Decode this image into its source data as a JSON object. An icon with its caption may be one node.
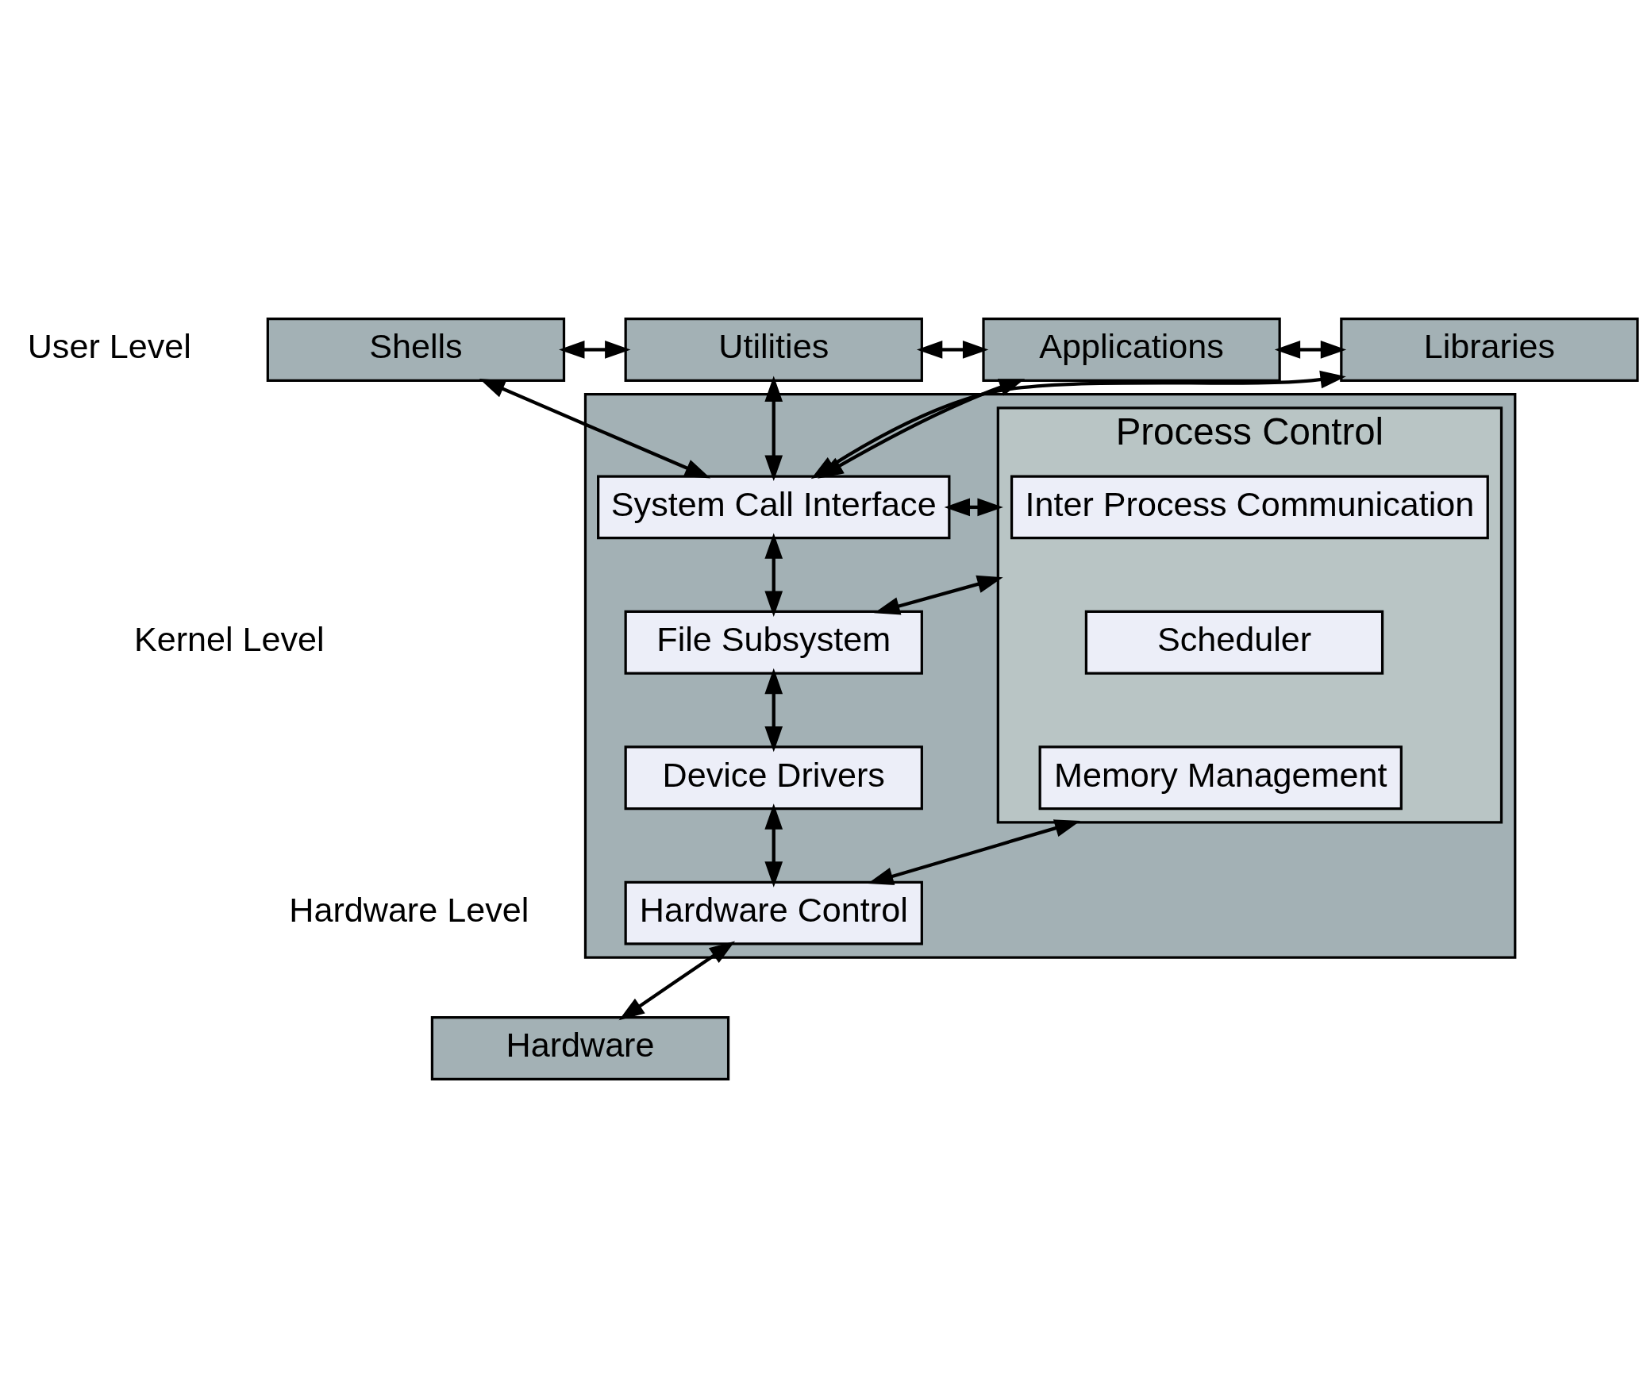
{
  "diagram": {
    "nodes": [
      {
        "text": [
          "Shells"
        ]
      },
      {
        "text": [
          "Utilities"
        ]
      },
      {
        "text": [
          "Applications"
        ]
      },
      {
        "text": [
          "Libraries"
        ]
      },
      {
        "text": [],
        "shape": "box"
      },
      {
        "text": [
          "System Call Interface"
        ],
        "in": 4
      },
      {
        "text": [
          "File Subsystem"
        ],
        "in": 4
      },
      {
        "text": [
          "Process Control"
        ],
        "in": 4
      },
      {
        "text": [
          "Inter Process Communication"
        ],
        "in": 7
      },
      {
        "text": [
          "Scheduler"
        ],
        "in": 7
      },
      {
        "text": [
          "Memory Management"
        ],
        "in": 7
      },
      {
        "text": [
          "Device Drivers"
        ],
        "in": 4
      },
      {
        "text": [
          "Hardware Control"
        ],
        "in": 4
      },
      {
        "text": [
          "Hardware"
        ]
      }
    ],
    "edges": [
      {
        "from": 0,
        "to": 1,
        "arrow": "both"
      },
      {
        "from": 1,
        "to": 2,
        "arrow": "both"
      },
      {
        "from": 2,
        "to": 3,
        "arrow": "both"
      },
      {
        "from": 0,
        "to": 5,
        "arrow": "both"
      },
      {
        "from": 1,
        "to": 5,
        "arrow": "both"
      },
      {
        "from": 2,
        "to": 5,
        "arrow": "both"
      },
      {
        "from": 3,
        "to": 5,
        "arrow": "both"
      },
      {
        "from": 5,
        "to": 6,
        "arrow": "both"
      },
      {
        "from": 5,
        "to": 7,
        "arrow": "both"
      },
      {
        "from": 6,
        "to": 7,
        "arrow": "both"
      },
      {
        "from": 6,
        "to": 11,
        "arrow": "both"
      },
      {
        "from": 11,
        "to": 12,
        "arrow": "both"
      },
      {
        "from": 7,
        "to": 12,
        "arrow": "both"
      },
      {
        "from": 12,
        "to": 13,
        "arrow": "both"
      }
    ],
    "labels": [
      "User Level",
      "Kernel Level",
      "Hardware Level"
    ]
  }
}
